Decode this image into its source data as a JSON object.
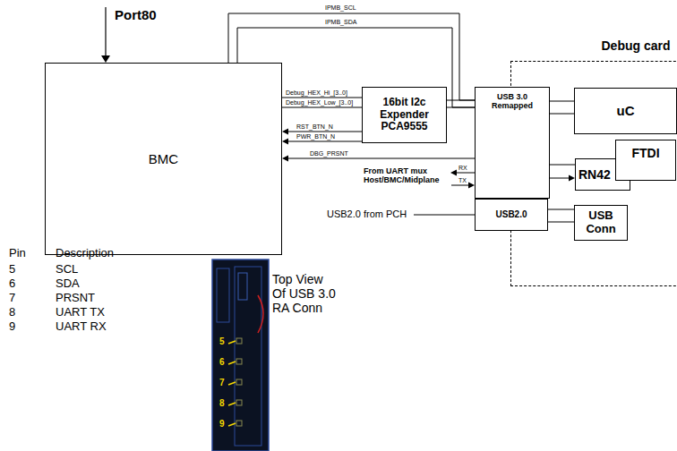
{
  "diagram": {
    "nodes": [
      {
        "text": [
          "BMC"
        ]
      },
      {
        "text": [
          "16bit I2c Expender PCA9555"
        ]
      },
      {
        "text": [
          "USB 3.0 Remapped"
        ]
      },
      {
        "text": [
          "USB2.0"
        ]
      },
      {
        "text": [
          "Debug card"
        ]
      },
      {
        "text": [
          "uC"
        ],
        "in": 4
      },
      {
        "text": [
          "RN42"
        ],
        "in": 4
      },
      {
        "text": [
          "FTDI"
        ],
        "in": 4
      },
      {
        "text": [
          "USB Conn"
        ],
        "in": 4
      }
    ],
    "edges": [
      {
        "from": 0,
        "to": 1,
        "arrow": "none",
        "label": "Debug_HEX_Hi_[3..0]"
      },
      {
        "from": 0,
        "to": 1,
        "arrow": "none",
        "label": "Debug_HEX_Low_[3..0]"
      },
      {
        "from": 1,
        "to": 0,
        "arrow": "to",
        "label": "RST_BTN_N"
      },
      {
        "from": 1,
        "to": 0,
        "arrow": "to",
        "label": "PWR_BTN_N"
      },
      {
        "from": 2,
        "to": 0,
        "arrow": "to",
        "label": "DBG_PRSNT"
      },
      {
        "from": 0,
        "to": 2,
        "arrow": "none",
        "label": "IPMB_SCL"
      },
      {
        "from": 0,
        "to": 2,
        "arrow": "none",
        "label": "IPMB_SDA"
      },
      {
        "from": 1,
        "to": 2,
        "arrow": "none"
      },
      {
        "from": 1,
        "to": 2,
        "arrow": "none"
      },
      {
        "from": 2,
        "to": 5,
        "arrow": "none"
      },
      {
        "from": 2,
        "to": 5,
        "arrow": "none"
      },
      {
        "from": 2,
        "to": 6,
        "arrow": "none"
      },
      {
        "from": 2,
        "to": 6,
        "arrow": "to"
      },
      {
        "from": 3,
        "to": 8,
        "arrow": "none"
      },
      {
        "from": 3,
        "to": 8,
        "arrow": "none"
      }
    ],
    "labels": [
      "Port80",
      "From UART mux Host/BMC/Midplane",
      "RX",
      "TX",
      "USB2.0 from PCH",
      "Pin",
      "Description",
      "5",
      "SCL",
      "6",
      "SDA",
      "7",
      "PRSNT",
      "8",
      "UART TX",
      "9",
      "UART RX",
      "Top View Of USB 3.0 RA Conn",
      "5",
      "6",
      "7",
      "8",
      "9"
    ]
  }
}
